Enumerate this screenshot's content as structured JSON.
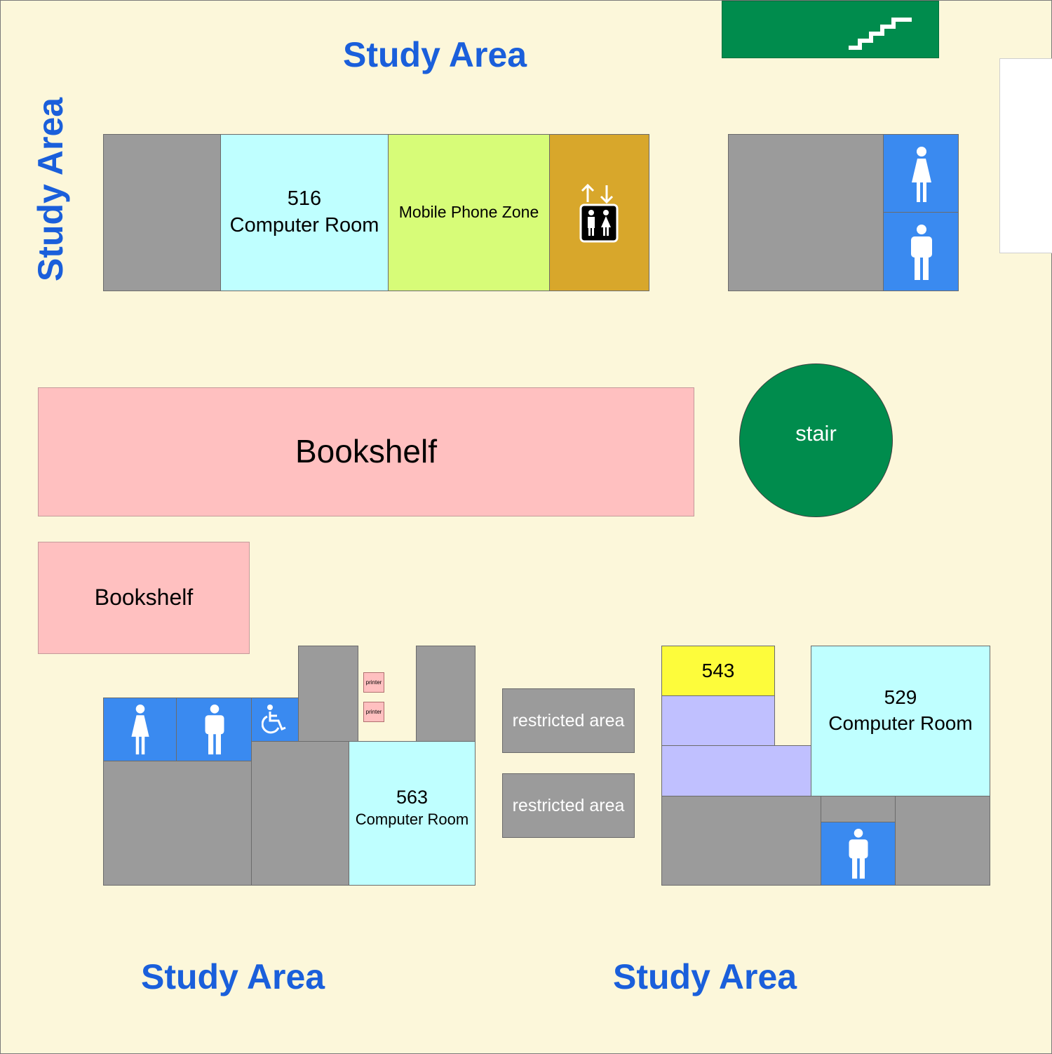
{
  "labels": {
    "study_area_top": "Study Area",
    "study_area_left": "Study Area",
    "study_area_bottom_left": "Study Area",
    "study_area_bottom_right": "Study Area"
  },
  "rooms": {
    "room_516_number": "516",
    "room_516_name": "Computer Room",
    "mobile_zone": "Mobile Phone Zone",
    "bookshelf_large": "Bookshelf",
    "bookshelf_small": "Bookshelf",
    "stair": "stair",
    "printer_1": "printer",
    "printer_2": "printer",
    "room_563_number": "563",
    "room_563_name": "Computer Room",
    "restricted_1": "restricted area",
    "restricted_2": "restricted area",
    "room_543": "543",
    "room_529_number": "529",
    "room_529_name": "Computer Room"
  },
  "icons": {
    "stairs": "stairs-icon",
    "elevator": "elevator-icon",
    "female": "female-restroom-icon",
    "male": "male-restroom-icon",
    "accessible": "wheelchair-icon"
  },
  "colors": {
    "background": "#fcf7da",
    "study_label": "#1a5fdb",
    "utility": "#9b9b9b",
    "computer_room": "#bfffff",
    "mobile_zone": "#d7fc78",
    "elevator": "#d8a72b",
    "restroom": "#3a8af0",
    "bookshelf": "#ffc0c0",
    "stair": "#008c4d",
    "lavender": "#c0c0ff",
    "room_543": "#fdfc3b"
  }
}
